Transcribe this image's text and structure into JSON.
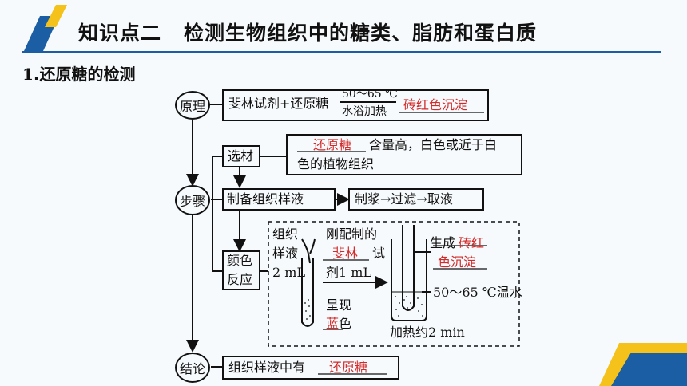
{
  "header": {
    "title_part1": "知识点二",
    "title_part2": "检测生物组织中的糖类、脂肪和蛋白质"
  },
  "section": {
    "number": "1",
    "title": ".还原糖的检测"
  },
  "diagram": {
    "principle": {
      "label": "原理",
      "reagents": "斐林试剂+还原糖",
      "condition_top": "50～65 ℃",
      "condition_bottom": "水浴加热",
      "answer": "砖红色沉淀"
    },
    "steps": {
      "label": "步骤",
      "select_label": "选材",
      "select_answer": "还原糖",
      "select_text1": "含量高，白色或近于白",
      "select_text2": "色的植物组织",
      "prep_label": "制备组织样液",
      "prep_detail": "制浆→过滤→取液",
      "color_label1": "颜色",
      "color_label2": "反应",
      "sample_label1": "组织",
      "sample_label2": "样液",
      "sample_label3": "2 mL",
      "reagent_text1": "刚配制的",
      "reagent_answer": "斐林",
      "reagent_text2": "试",
      "reagent_text3": "剂1 mL",
      "show_label": "呈现",
      "show_answer": "蓝",
      "show_suffix": "色",
      "result_prefix": "生成",
      "result_answer1": "砖红",
      "result_answer2": "色沉淀",
      "water_label": "50～65 ℃温水",
      "heat_label": "加热约2 min"
    },
    "conclusion": {
      "label": "结论",
      "text": "组织样液中有",
      "answer": "还原糖"
    }
  },
  "colors": {
    "accent_blue": "#1b5ea3",
    "accent_yellow": "#f4c21b",
    "answer_red": "#d32a2a"
  }
}
